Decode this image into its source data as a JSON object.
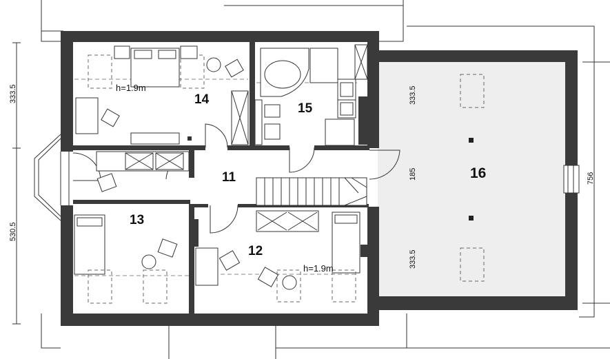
{
  "rooms": {
    "r11": "11",
    "r12": "12",
    "r13": "13",
    "r14": "14",
    "r15": "15",
    "r16": "16"
  },
  "notes": {
    "height_14": "h=1.9m",
    "height_12": "h=1.9m"
  },
  "dimensions": {
    "left_top": "333.5",
    "left_bottom": "530.5",
    "right_total": "756",
    "inner_top": "333.5",
    "inner_middle": "185",
    "inner_bottom": "333.5"
  }
}
